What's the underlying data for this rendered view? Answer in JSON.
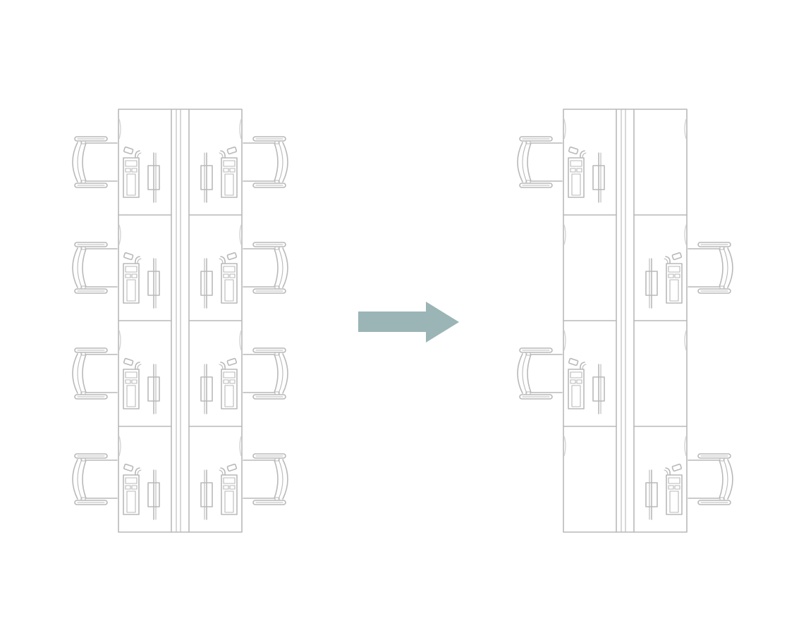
{
  "diagram": {
    "description_type": "floor-plan-before-after",
    "colors": {
      "line": "#b9b9b9",
      "line_light": "#d4d4d4",
      "arrow": "#9bb5b6",
      "background": "#ffffff"
    },
    "icons": {
      "chair": "office-chair-icon",
      "computer": "computer-tower-icon",
      "keyboard": "keyboard-icon",
      "arrow": "right-arrow-icon"
    },
    "before": {
      "rows": 4,
      "seats": [
        {
          "row": 0,
          "side": "left"
        },
        {
          "row": 0,
          "side": "right"
        },
        {
          "row": 1,
          "side": "left"
        },
        {
          "row": 1,
          "side": "right"
        },
        {
          "row": 2,
          "side": "left"
        },
        {
          "row": 2,
          "side": "right"
        },
        {
          "row": 3,
          "side": "left"
        },
        {
          "row": 3,
          "side": "right"
        }
      ]
    },
    "after": {
      "rows": 4,
      "seats": [
        {
          "row": 0,
          "side": "left"
        },
        {
          "row": 1,
          "side": "right"
        },
        {
          "row": 2,
          "side": "left"
        },
        {
          "row": 3,
          "side": "right"
        }
      ]
    }
  }
}
